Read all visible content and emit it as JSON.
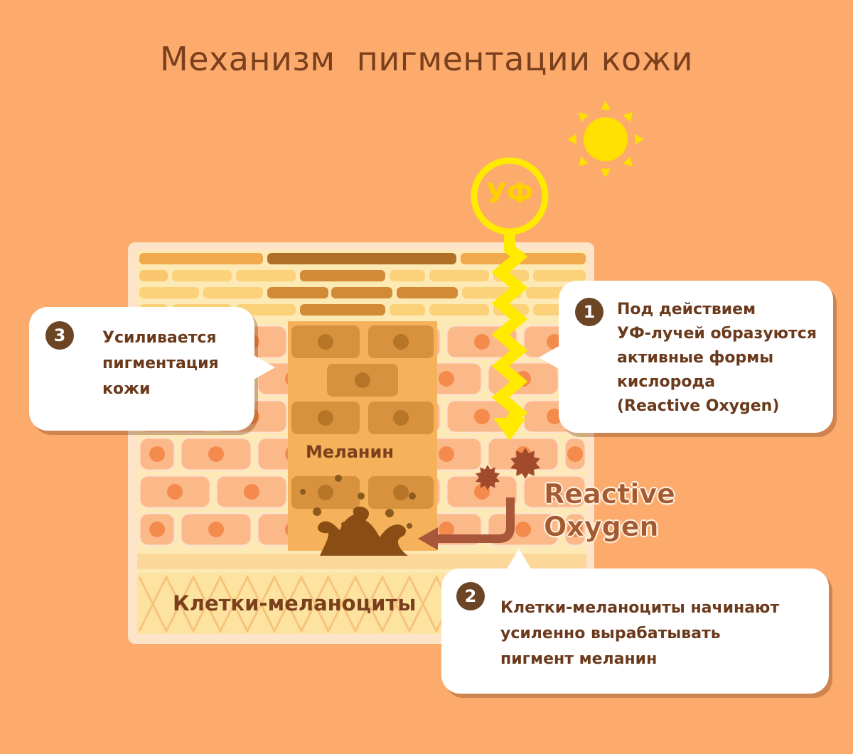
{
  "title": "Механизм  пигментации кожи",
  "uv_label": "УФ",
  "labels": {
    "melanin": "Меланин",
    "melanocytes": "Клетки-меланоциты",
    "reactive_oxygen_line1": "Reactive",
    "reactive_oxygen_line2": "Oxygen"
  },
  "steps": [
    {
      "number": "1",
      "lines": [
        "Под действием",
        "УФ-лучей образуются",
        "активные формы",
        "кислорода",
        "(Reactive Oxygen)"
      ]
    },
    {
      "number": "2",
      "lines": [
        "Клетки-меланоциты начинают",
        "усиленно вырабатывать",
        "пигмент меланин"
      ]
    },
    {
      "number": "3",
      "lines": [
        "Усиливается",
        "пигментация",
        "кожи"
      ]
    }
  ],
  "colors": {
    "background": "#fcab6d",
    "skin_frame": "#fde4c8",
    "layer_light": "#fde3a0",
    "cell_pink": "#fbb98a",
    "nucleus": "#f48a4c",
    "melanin_column": "#f6b25a",
    "melanin_cell": "#d8923e",
    "melanin_dark": "#8a5a1e",
    "sun": "#ffe000",
    "uv_ray": "#ffea00",
    "text_brown": "#6b3a1c"
  },
  "icons": [
    "sun-icon",
    "uv-ray-icon",
    "reactive-oxygen-icon",
    "melanin-splash-icon",
    "arrow-icon"
  ]
}
